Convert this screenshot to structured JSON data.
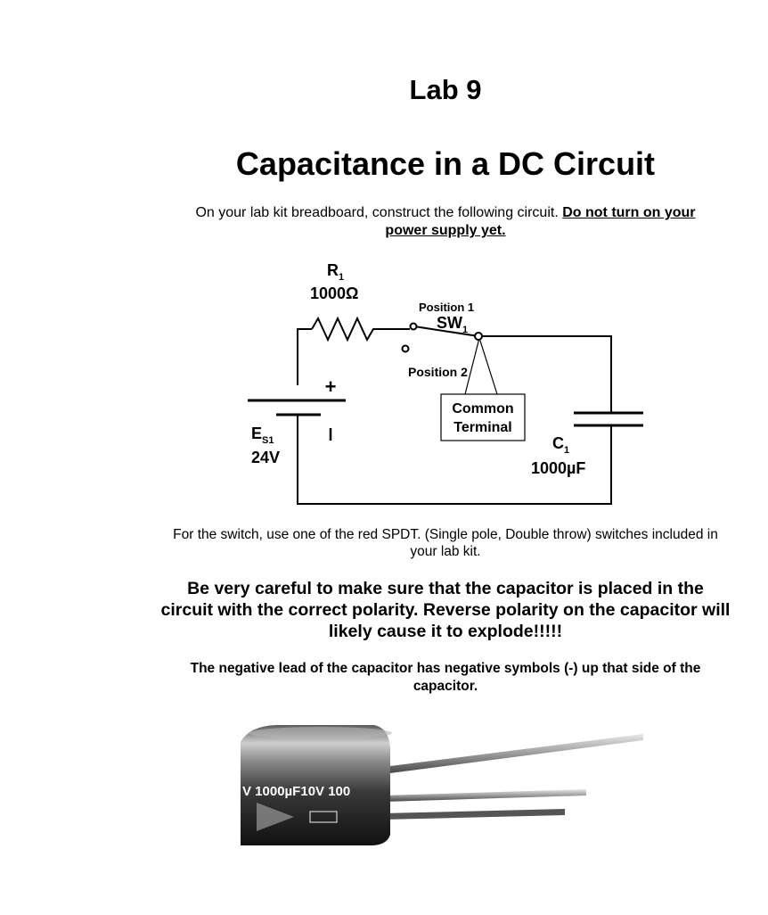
{
  "document": {
    "lab_number": "Lab 9",
    "title": "Capacitance in a DC Circuit",
    "intro_text": "On your lab kit breadboard, construct the following circuit. ",
    "intro_emphasis": "Do not turn on your power supply yet.",
    "switch_note": "For the switch, use one of the red SPDT.   (Single pole, Double throw) switches included in your lab kit.",
    "warning": "Be very careful to make sure that the capacitor is placed in the circuit with the correct polarity.  Reverse polarity on the capacitor will likely cause it to explode!!!!!",
    "lead_note": "The negative lead of the capacitor has negative symbols (-) up that side of the capacitor."
  },
  "circuit": {
    "resistor_name": "R",
    "resistor_sub": "1",
    "resistor_value": "1000Ω",
    "switch_name": "SW",
    "switch_sub": "1",
    "position_1": "Position 1",
    "position_2": "Position 2",
    "common_line1": "Common",
    "common_line2": "Terminal",
    "source_name": "E",
    "source_sub": "S1",
    "source_value": "24V",
    "plus_sign": "+",
    "capacitor_name": "C",
    "capacitor_sub": "1",
    "capacitor_value": "1000µF"
  },
  "photo": {
    "capacitor_marking": "V 1000µF10V 100"
  }
}
